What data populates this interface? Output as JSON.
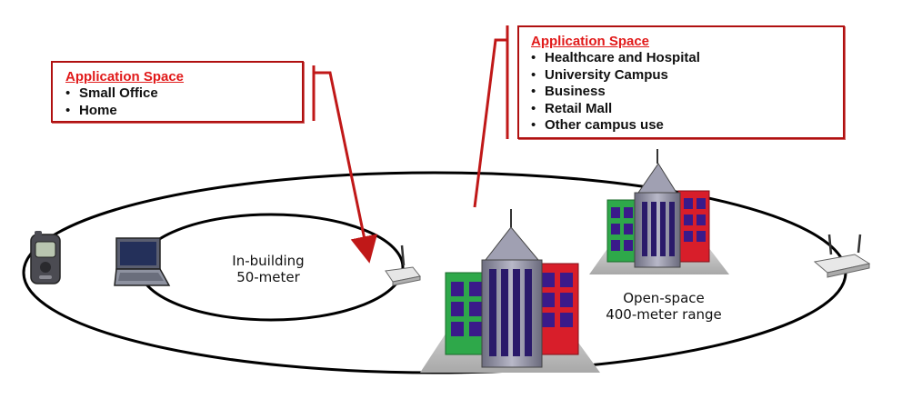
{
  "callout_small": {
    "title": "Application Space",
    "items": [
      "Small Office",
      "Home"
    ]
  },
  "callout_large": {
    "title": "Application Space",
    "items": [
      "Healthcare and Hospital",
      "University Campus",
      "Business",
      "Retail Mall",
      "Other campus use"
    ]
  },
  "labels": {
    "inbuilding_line1": "In-building",
    "inbuilding_line2": "50-meter",
    "openspace_line1": "Open-space",
    "openspace_line2": "400-meter range"
  },
  "icons": {
    "phone": "mobile-phone-icon",
    "laptop": "laptop-icon",
    "ap_small": "wireless-access-point-icon",
    "ap_large": "wireless-access-point-icon",
    "building_front": "office-building-icon",
    "building_back": "office-building-icon"
  },
  "colors": {
    "callout_border": "#b01010",
    "callout_title": "#e11a1a",
    "arrow": "#c01818",
    "building_gray": "#8c8c9e",
    "building_red": "#d81e2a",
    "building_green": "#2ea84a",
    "window_purple": "#3a1a8a"
  }
}
